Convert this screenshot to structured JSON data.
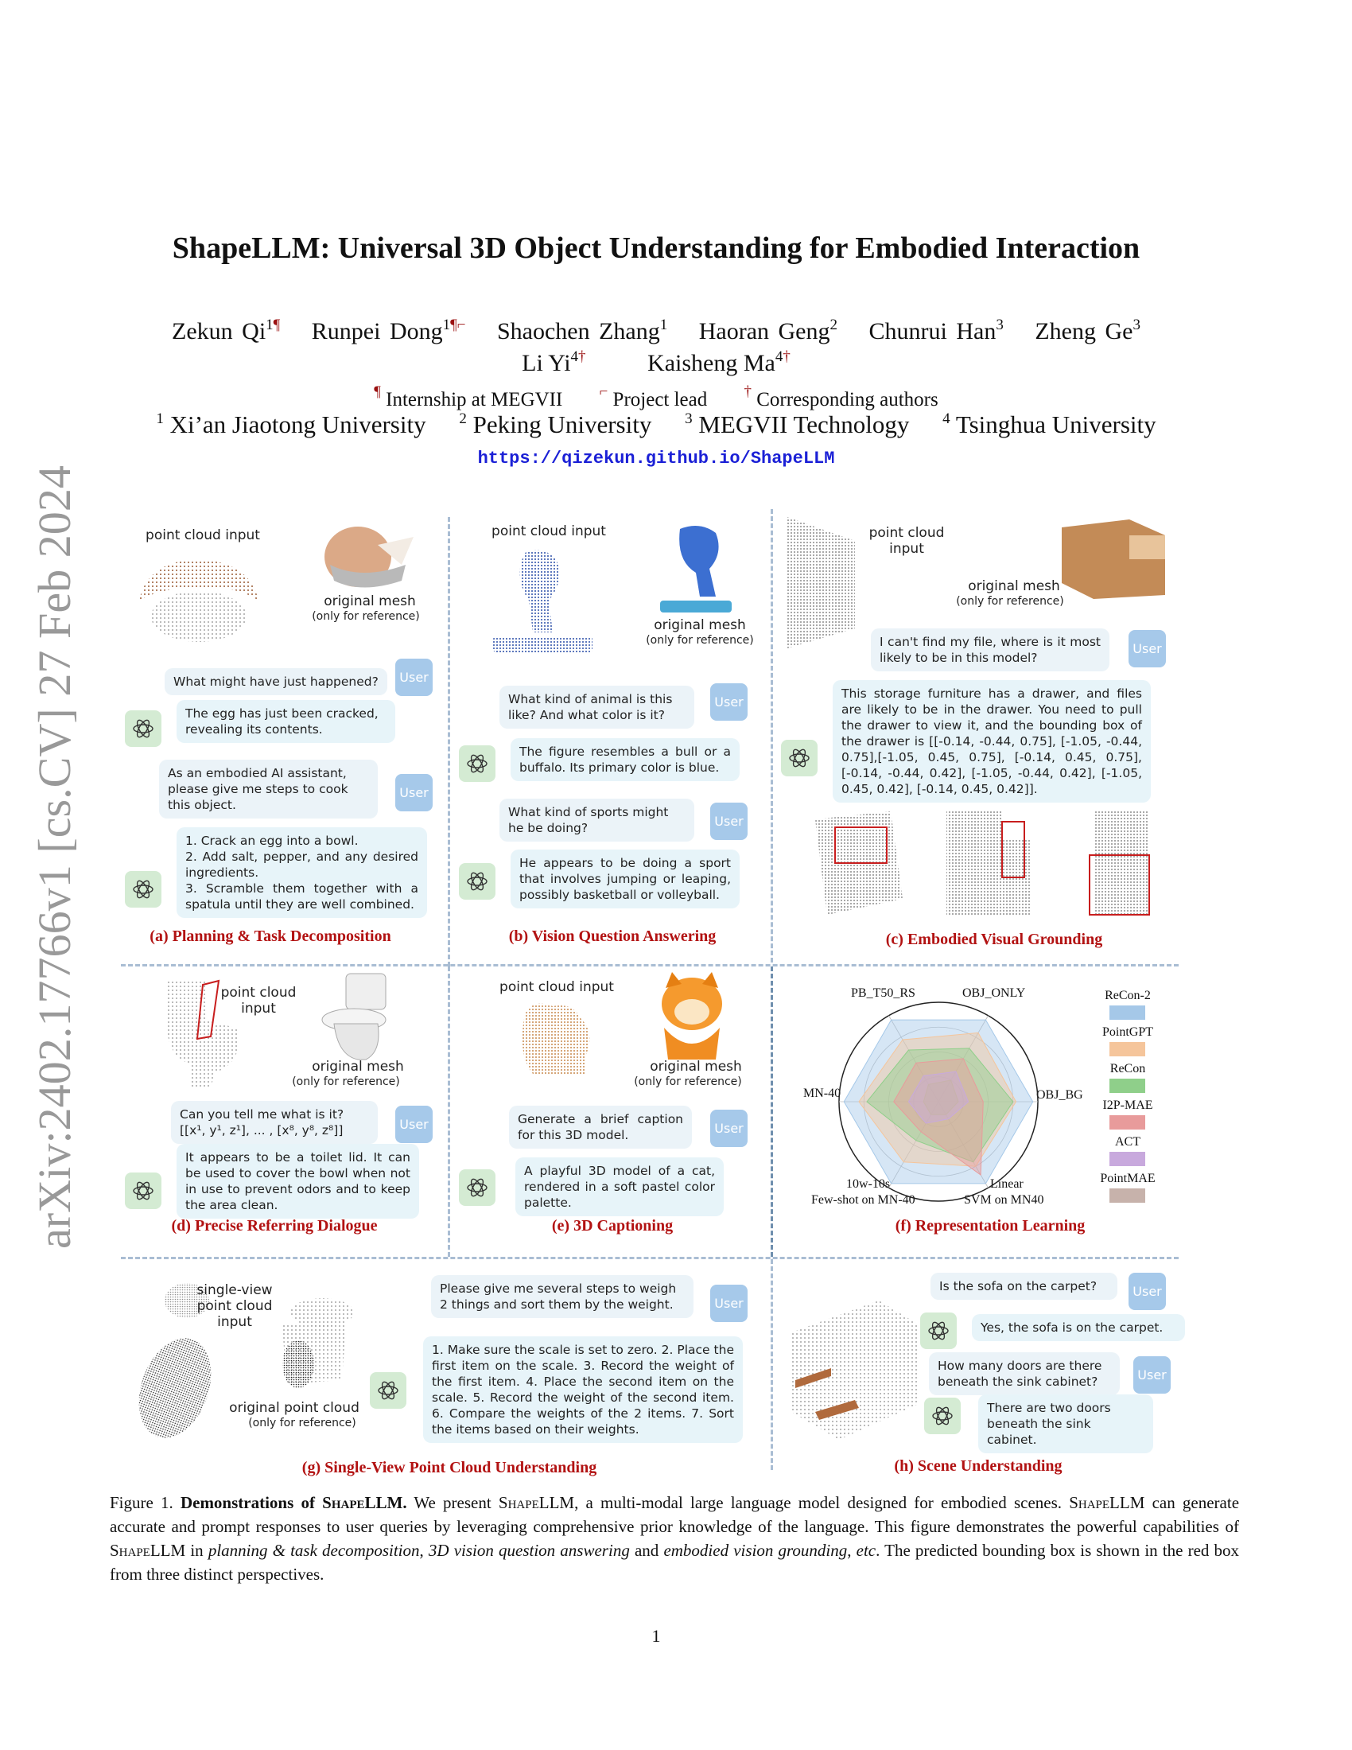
{
  "arxiv_id": "arXiv:2402.17766v1  [cs.CV]  27 Feb 2024",
  "title": "ShapeLLM: Universal 3D Object Understanding for Embodied Interaction",
  "authors_line1": [
    {
      "name": "Zekun Qi",
      "sup": "1",
      "mark": "¶"
    },
    {
      "name": "Runpei Dong",
      "sup": "1",
      "mark": "¶⌐"
    },
    {
      "name": "Shaochen Zhang",
      "sup": "1",
      "mark": ""
    },
    {
      "name": "Haoran Geng",
      "sup": "2",
      "mark": ""
    },
    {
      "name": "Chunrui Han",
      "sup": "3",
      "mark": ""
    },
    {
      "name": "Zheng Ge",
      "sup": "3",
      "mark": ""
    }
  ],
  "authors_line2": [
    {
      "name": "Li Yi",
      "sup": "4",
      "mark": "†"
    },
    {
      "name": "Kaisheng Ma",
      "sup": "4",
      "mark": "†"
    }
  ],
  "notes": [
    {
      "mark": "¶",
      "text": "Internship at MEGVII"
    },
    {
      "mark": "⌐",
      "text": "Project lead"
    },
    {
      "mark": "†",
      "text": "Corresponding authors"
    }
  ],
  "affiliations": [
    {
      "sup": "1",
      "name": "Xi’an Jiaotong University"
    },
    {
      "sup": "2",
      "name": "Peking University"
    },
    {
      "sup": "3",
      "name": "MEGVII Technology"
    },
    {
      "sup": "4",
      "name": "Tsinghua University"
    }
  ],
  "url": "https://qizekun.github.io/ShapeLLM",
  "labels": {
    "pc_input": "point cloud input",
    "orig_mesh": "original mesh",
    "only_ref": "(only for reference)",
    "pc_input_2line": "point cloud\ninput",
    "single_view": "single-view\npoint cloud\ninput",
    "orig_pc": "original point cloud",
    "user": "User"
  },
  "panels": {
    "a": {
      "caption": "(a) Planning & Task Decomposition",
      "q1": "What might have just happened?",
      "a1": "The egg has just been cracked, revealing its contents.",
      "q2": "As an embodied AI assistant, please give me steps to cook this object.",
      "a2": "1. Crack an egg into a bowl.\n2.   Add salt, pepper, and any desired ingredients.\n3. Scramble them together with a spatula until they are well combined."
    },
    "b": {
      "caption": "(b) Vision Question Answering",
      "q1": "What kind of animal is this like? And what color is it?",
      "a1": "The figure resembles a bull or a buffalo. Its primary color is blue.",
      "q2": "What kind of sports might he be doing?",
      "a2": "He appears to be doing a sport that involves jumping or leaping, possibly basketball or volleyball."
    },
    "c": {
      "caption": "(c) Embodied Visual Grounding",
      "q1": "I can't find my file, where is it most likely to be in this model?",
      "a1": "This storage furniture has a drawer, and files are likely to be in the drawer. You need to pull the drawer to view it, and the bounding box of the drawer is [[-0.14, -0.44, 0.75], [-1.05, -0.44, 0.75],[-1.05, 0.45, 0.75], [-0.14, 0.45, 0.75], [-0.14, -0.44, 0.42], [-1.05, -0.44, 0.42], [-1.05, 0.45, 0.42], [-0.14, 0.45, 0.42]]."
    },
    "d": {
      "caption": "(d) Precise Referring Dialogue",
      "q1_line1": "Can you tell me what is it?",
      "q1_line2": "[[x¹, y¹, z¹], ... , [x⁸, y⁸, z⁸]]",
      "a1": "It appears to be a toilet lid. It can be used to cover the bowl when not in use to prevent odors and to keep the area clean."
    },
    "e": {
      "caption": "(e) 3D Captioning",
      "q1": "Generate a brief caption for this 3D model.",
      "a1": "A playful 3D model of a cat, rendered in a soft pastel color palette."
    },
    "f": {
      "caption": "(f) Representation Learning"
    },
    "g": {
      "caption": "(g) Single-View Point Cloud Understanding",
      "q1": "Please give me several steps to weigh 2 things and sort them by the weight.",
      "a1": "1. Make sure the scale is set to zero. 2. Place the first item on the scale. 3. Record the weight of the first item. 4. Place the second item on the scale. 5. Record the weight of the second item. 6. Compare the weights of the 2 items. 7. Sort the items based on their weights."
    },
    "h": {
      "caption": "(h) Scene Understanding",
      "q1": "Is the sofa on the carpet?",
      "a1": "Yes, the sofa is on the carpet.",
      "q2": "How many doors are there beneath the sink cabinet?",
      "a2": "There are two doors beneath the sink cabinet."
    }
  },
  "chart_data": {
    "type": "radar",
    "axes": [
      "PB_T50_RS",
      "OBJ_ONLY",
      "OBJ_BG",
      "Linear SVM on MN40",
      "10w-10s Few-shot on MN-40",
      "MN-40"
    ],
    "axis_labels": {
      "pb": "PB_T50_RS",
      "obj_only": "OBJ_ONLY",
      "obj_bg": "OBJ_BG",
      "linear1": "Linear",
      "linear2": "SVM on MN40",
      "fs1": "10w-10s",
      "fs2": "Few-shot on MN-40",
      "mn40": "MN-40"
    },
    "series": [
      {
        "name": "ReCon-2",
        "color": "#a5c8e8",
        "values": [
          0.95,
          0.95,
          0.95,
          0.95,
          0.95,
          0.95
        ]
      },
      {
        "name": "PointGPT",
        "color": "#f5c59b",
        "values": [
          0.72,
          0.8,
          0.78,
          0.75,
          0.7,
          0.8
        ]
      },
      {
        "name": "ReCon",
        "color": "#8fcf8a",
        "values": [
          0.6,
          0.62,
          0.75,
          0.7,
          0.45,
          0.72
        ]
      },
      {
        "name": "I2P-MAE",
        "color": "#e89b9b",
        "values": [
          0.45,
          0.5,
          0.45,
          0.85,
          0.35,
          0.45
        ]
      },
      {
        "name": "ACT",
        "color": "#c8a9dd",
        "values": [
          0.3,
          0.35,
          0.3,
          0.2,
          0.25,
          0.3
        ]
      },
      {
        "name": "PointMAE",
        "color": "#c7b2ab",
        "values": [
          0.2,
          0.25,
          0.2,
          0.15,
          0.15,
          0.15
        ]
      }
    ]
  },
  "figure_caption": {
    "label": "Figure 1.",
    "bold_prefix": "Demonstrations of",
    "bold_name": "ShapeLLM.",
    "s1": "We present",
    "name1": "ShapeLLM",
    "s2": ", a multi-modal large language model designed for embodied scenes.",
    "name2": "ShapeLLM",
    "s3": "can generate accurate and prompt responses to user queries by leveraging comprehensive prior knowledge of the language. This figure demonstrates the powerful capabilities of",
    "name3": "ShapeLLM",
    "s4": "in",
    "it1": "planning & task decomposition",
    "s5": ",",
    "it2": "3D vision question answering",
    "s6": "and",
    "it3": "embodied vision grounding",
    "s7": ",",
    "it4": "etc",
    "s8": ". The predicted bounding box is shown in the red box from three distinct perspectives."
  },
  "page_number": "1"
}
